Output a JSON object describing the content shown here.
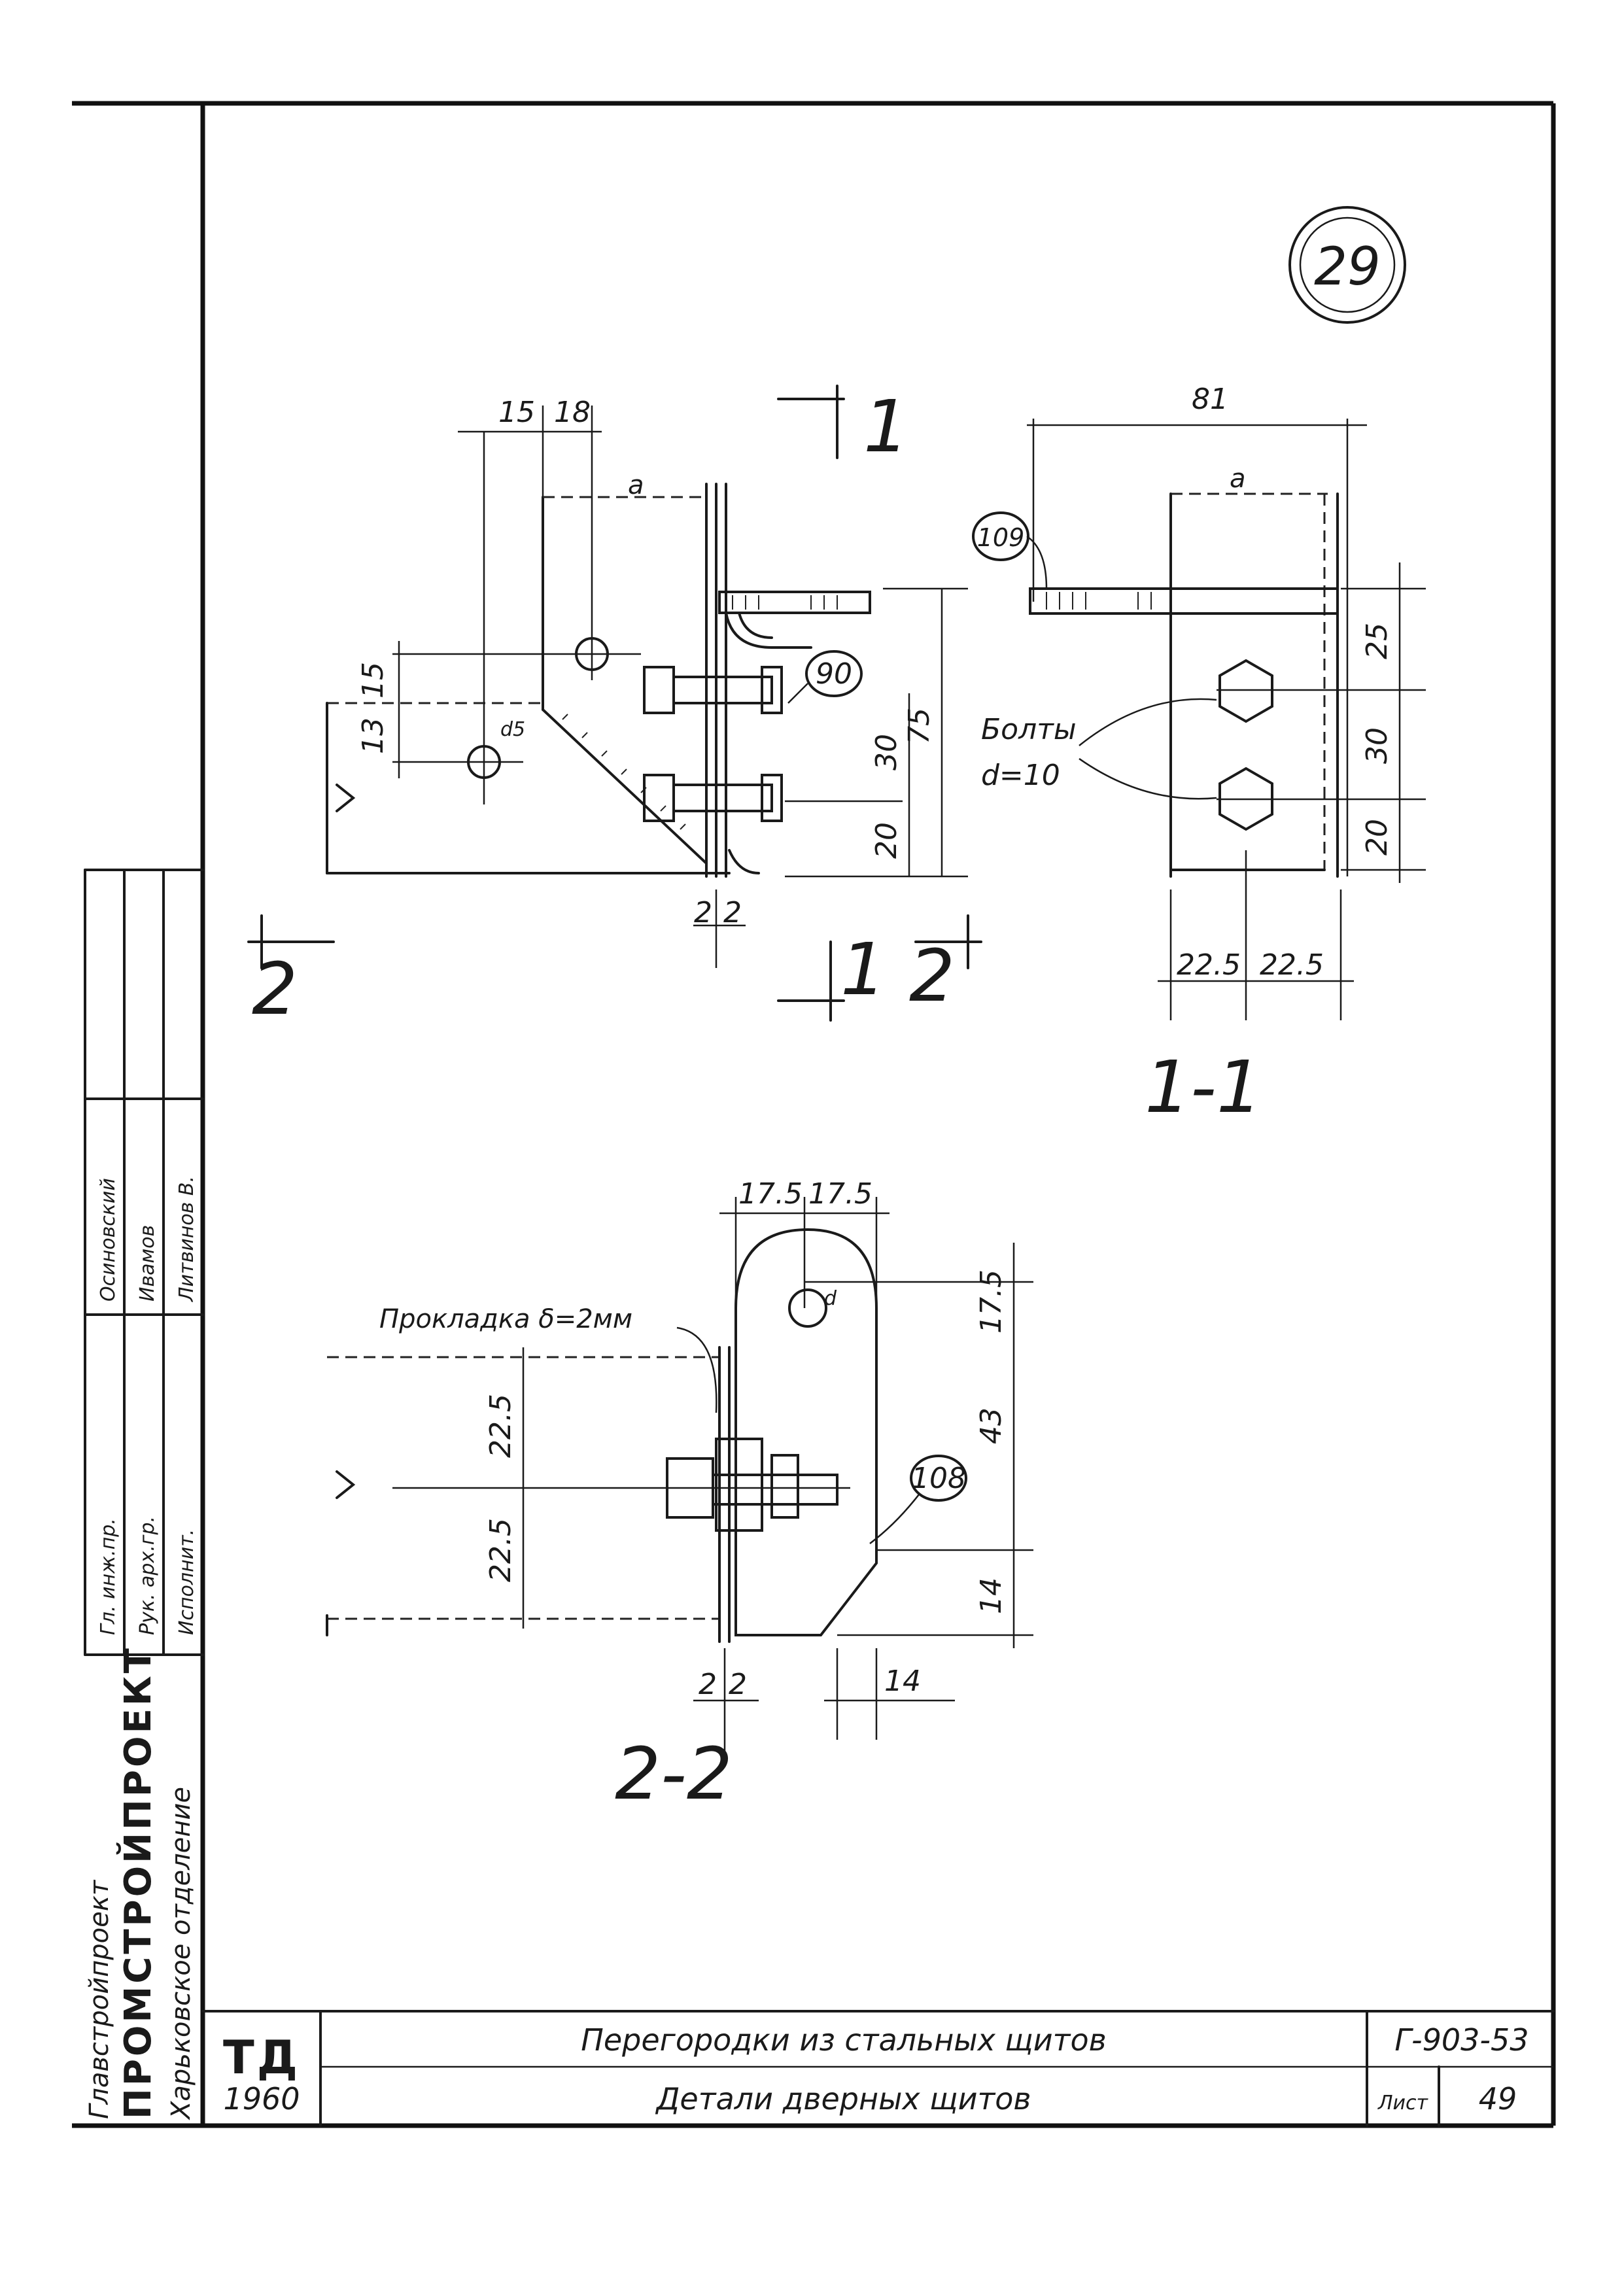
{
  "sheet_number": "29",
  "view_top_left": {
    "section_mark_1_top": "1",
    "section_mark_1_bottom": "1",
    "section_mark_2_left": "2",
    "section_mark_2_right": "2",
    "dim_15": "15",
    "dim_18": "18",
    "dim_15_left": "15",
    "dim_13": "13",
    "dim_30": "30",
    "dim_75": "75",
    "dim_20": "20",
    "dim_2a": "2",
    "dim_2b": "2",
    "callout_90": "90",
    "hole_note": "d5",
    "label_a": "a"
  },
  "view_1_1": {
    "title": "1-1",
    "dim_81": "81",
    "dim_25": "25",
    "dim_30": "30",
    "dim_20": "20",
    "dim_22_5_a": "22.5",
    "dim_22_5_b": "22.5",
    "callout_109": "109",
    "bolts_label": "Болты",
    "bolts_size": "d=10",
    "label_a": "a"
  },
  "view_2_2": {
    "title": "2-2",
    "dim_17_5_a": "17.5",
    "dim_17_5_b": "17.5",
    "dim_17_5_v": "17.5",
    "dim_43": "43",
    "dim_14_v": "14",
    "dim_22_5_a": "22.5",
    "dim_22_5_b": "22.5",
    "dim_2a": "2",
    "dim_2b": "2",
    "dim_14_h": "14",
    "callout_108": "108",
    "hole_note": "d",
    "gasket_label": "Прокладка δ=2мм"
  },
  "title_block": {
    "org_line1": "Главстройпроект",
    "org_line2": "ПРОМСТРОЙПРОЕКТ",
    "org_line3": "Харьковское отделение",
    "roles": [
      "Гл. инж.пр.",
      "Рук. арх.гр.",
      "Исполнит."
    ],
    "names": [
      "Осиновский",
      "Ивамов",
      "Литвинов В."
    ],
    "stamp": "ТД",
    "year": "1960",
    "title_main": "Перегородки из стальных щитов",
    "title_sub": "Детали дверных щитов",
    "doc_code": "Г-903-53",
    "sheet_label": "Лист",
    "sheet_no": "49"
  }
}
